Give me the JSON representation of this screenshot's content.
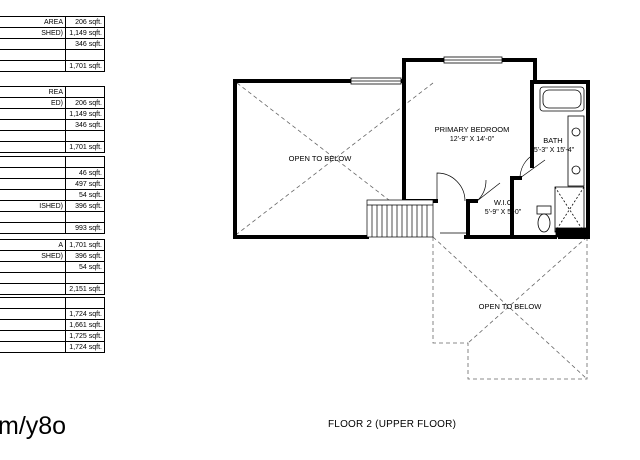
{
  "tables": [
    {
      "rows": [
        [
          "AREA",
          "206 sqft."
        ],
        [
          "SHED)",
          "1,149 sqft."
        ],
        [
          "",
          "346 sqft."
        ],
        [
          "",
          ""
        ],
        [
          "",
          "1,701 sqft."
        ]
      ]
    },
    {
      "rows": [
        [
          "REA",
          ""
        ],
        [
          "ED)",
          "206 sqft."
        ],
        [
          "",
          "1,149 sqft."
        ],
        [
          "",
          "346 sqft."
        ],
        [
          "",
          ""
        ],
        [
          "",
          "1,701 sqft."
        ]
      ]
    },
    {
      "rows": [
        [
          "",
          ""
        ],
        [
          "",
          "46 sqft."
        ],
        [
          "",
          "497 sqft."
        ],
        [
          "",
          "54 sqft."
        ],
        [
          "ISHED)",
          "396 sqft."
        ],
        [
          "",
          ""
        ],
        [
          "",
          "993 sqft."
        ]
      ]
    },
    {
      "rows": [
        [
          "A",
          "1,701 sqft."
        ],
        [
          "SHED)",
          "396 sqft."
        ],
        [
          "",
          "54 sqft."
        ],
        [
          "",
          ""
        ],
        [
          "",
          "2,151 sqft."
        ]
      ]
    },
    {
      "rows": [
        [
          "",
          ""
        ],
        [
          "",
          "1,724 sqft."
        ],
        [
          "",
          "1,661 sqft."
        ],
        [
          "",
          "1,725 sqft."
        ],
        [
          "",
          "1,724 sqft."
        ]
      ]
    }
  ],
  "watermark_text": "m/y8o",
  "caption": "FLOOR 2 (UPPER FLOOR)",
  "rooms": {
    "open_left": "OPEN TO BELOW",
    "primary_bedroom": {
      "name": "PRIMARY BEDROOM",
      "dims": "12'-9\" X 14'-0\""
    },
    "bath": {
      "name": "BATH",
      "dims": "5'-3\" X 15'-4\""
    },
    "wic": {
      "name": "W.I.C",
      "dims": "5'-9\" X 5'-0\""
    },
    "open_bottom": "OPEN TO BELOW"
  }
}
